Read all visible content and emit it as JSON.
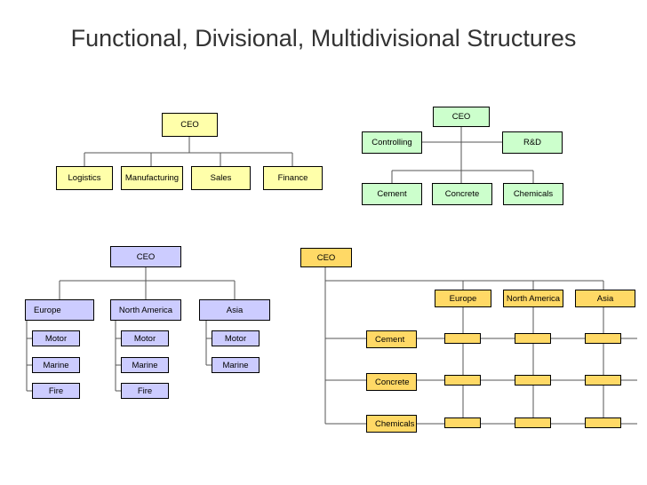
{
  "title": "Functional, Divisional, Multidivisional Structures",
  "functional": {
    "ceo": "CEO",
    "departments": [
      "Logistics",
      "Manufacturing",
      "Sales",
      "Finance"
    ]
  },
  "divisional": {
    "ceo": "CEO",
    "staff": [
      "Controlling",
      "R&D"
    ],
    "divisions": [
      "Cement",
      "Concrete",
      "Chemicals"
    ]
  },
  "regional": {
    "ceo": "CEO",
    "regions": [
      {
        "name": "Europe",
        "units": [
          "Motor",
          "Marine",
          "Fire"
        ]
      },
      {
        "name": "North America",
        "units": [
          "Motor",
          "Marine",
          "Fire"
        ]
      },
      {
        "name": "Asia",
        "units": [
          "Motor",
          "Marine"
        ]
      }
    ]
  },
  "matrix": {
    "ceo": "CEO",
    "regions": [
      "Europe",
      "North America",
      "Asia"
    ],
    "products": [
      "Cement",
      "Concrete",
      "Chemicals"
    ]
  },
  "colors": {
    "functional": "#ffffaa",
    "divisional": "#ccffcc",
    "regional": "#ccccff",
    "matrix": "#ffd966"
  }
}
